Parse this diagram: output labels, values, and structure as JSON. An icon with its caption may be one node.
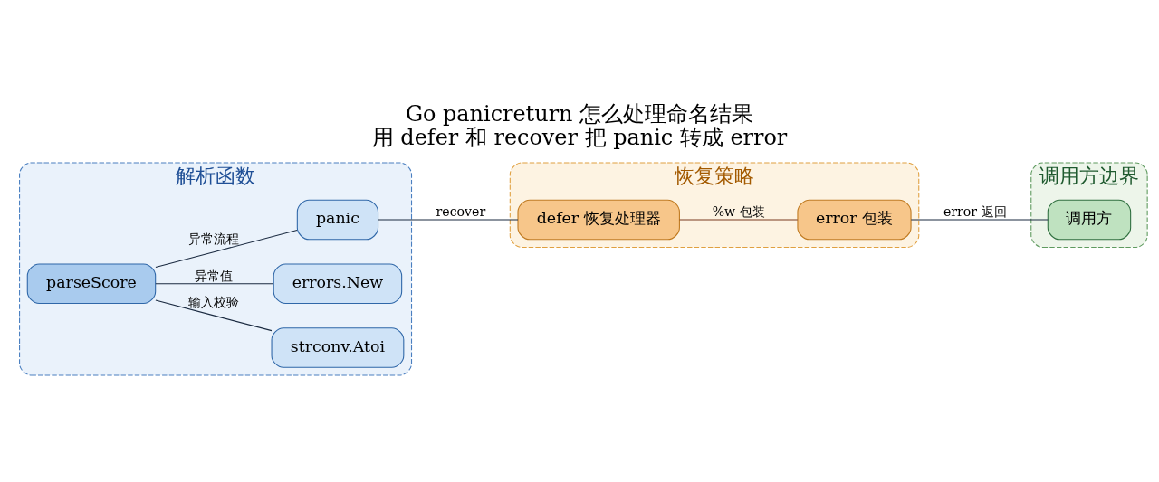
{
  "diagram": {
    "title": "Go panicreturn 怎么处理命名结果",
    "caption": "用 defer 和 recover 把 panic 转成 error",
    "nodes": [
      {
        "text": [
          "解析函数"
        ]
      },
      {
        "text": [
          "parseScore"
        ],
        "in": 0
      },
      {
        "text": [
          "strconv.Atoi"
        ],
        "in": 0
      },
      {
        "text": [
          "errors.New"
        ],
        "in": 0
      },
      {
        "text": [
          "panic"
        ],
        "in": 0
      },
      {
        "text": [
          "恢复策略"
        ]
      },
      {
        "text": [
          "defer 恢复处理器"
        ],
        "in": 5
      },
      {
        "text": [
          "error 包装"
        ],
        "in": 5
      },
      {
        "text": [
          "调用方边界"
        ]
      },
      {
        "text": [
          "调用方"
        ],
        "in": 8
      }
    ],
    "edges": [
      {
        "from": 1,
        "to": 2,
        "arrow": "none",
        "label": "输入校验"
      },
      {
        "from": 1,
        "to": 3,
        "arrow": "none",
        "label": "异常值"
      },
      {
        "from": 1,
        "to": 4,
        "arrow": "none",
        "label": "异常流程"
      },
      {
        "from": 4,
        "to": 6,
        "arrow": "none",
        "label": "recover"
      },
      {
        "from": 6,
        "to": 7,
        "arrow": "none",
        "label": "%w 包装",
        "color": "#7a3b1e"
      },
      {
        "from": 7,
        "to": 9,
        "arrow": "none",
        "label": "error 返回"
      }
    ]
  }
}
